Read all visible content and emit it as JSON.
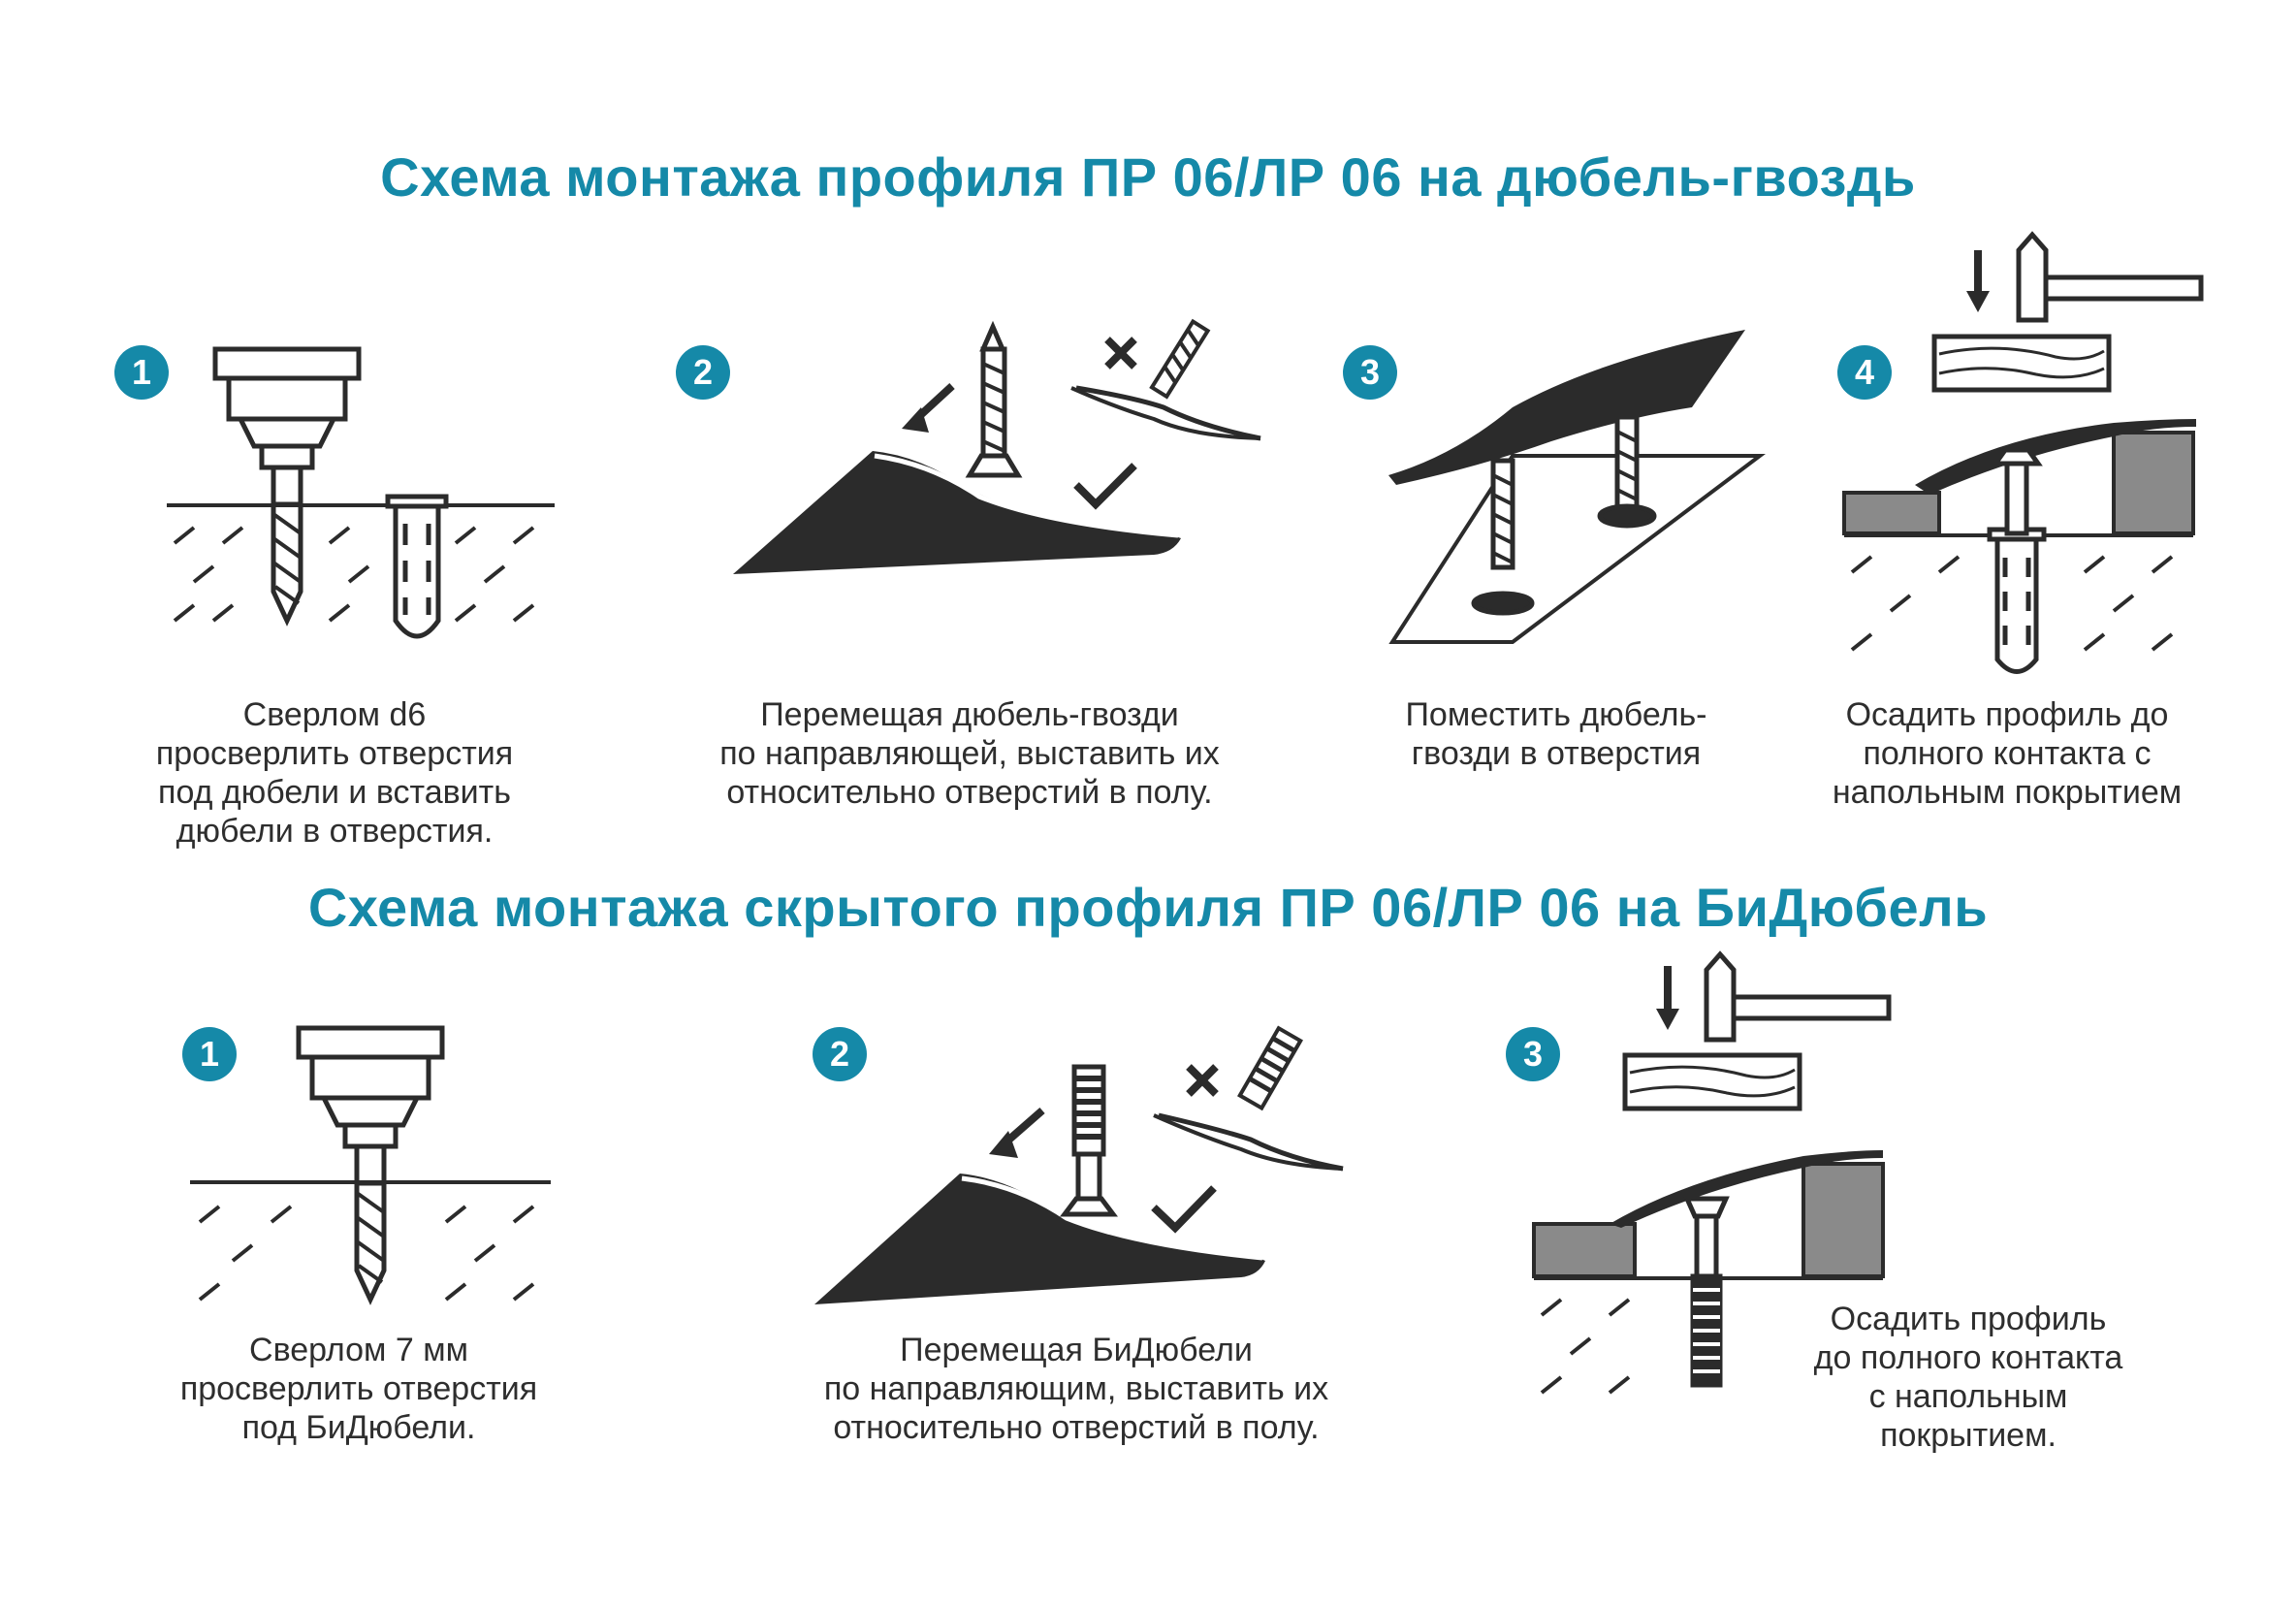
{
  "colors": {
    "accent": "#1589a8",
    "ink": "#2b2b2b",
    "gray_block": "#8a8a8a"
  },
  "section1": {
    "title": "Схема монтажа профиля ПР 06/ЛР 06 на дюбель-гвоздь",
    "steps": [
      {
        "number": "1",
        "caption": "Сверлом d6\nпросверлить отверстия\nпод дюбели и вставить\nдюбели в отверстия.",
        "icons": [
          "drill-icon",
          "dowel-icon"
        ]
      },
      {
        "number": "2",
        "caption": "Перемещая дюбель-гвозди\nпо направляющей, выставить их\nотносительно отверстий в полу.",
        "icons": [
          "nail-icon",
          "arrow-icon",
          "cross-icon",
          "check-icon"
        ]
      },
      {
        "number": "3",
        "caption": "Поместить дюбель-\nгвозди в отверстия",
        "icons": [
          "profile-icon",
          "nail-icon"
        ]
      },
      {
        "number": "4",
        "caption": "Осадить профиль до\nполного контакта с\nнапольным покрытием",
        "icons": [
          "hammer-icon",
          "arrow-down-icon",
          "wood-block-icon",
          "dowel-icon"
        ]
      }
    ]
  },
  "section2": {
    "title": "Схема монтажа скрытого профиля ПР 06/ЛР 06 на БиДюбель",
    "steps": [
      {
        "number": "1",
        "caption": "Сверлом 7 мм\nпросверлить отверстия\nпод БиДюбели.",
        "icons": [
          "drill-icon"
        ]
      },
      {
        "number": "2",
        "caption": "Перемещая БиДюбели\nпо направляющим, выставить их\nотносительно отверстий в полу.",
        "icons": [
          "bidowel-icon",
          "arrow-icon",
          "cross-icon",
          "check-icon"
        ]
      },
      {
        "number": "3",
        "caption": "Осадить профиль\nдо полного контакта\nс напольным\nпокрытием.",
        "icons": [
          "hammer-icon",
          "arrow-down-icon",
          "wood-block-icon",
          "bidowel-icon"
        ]
      }
    ]
  }
}
